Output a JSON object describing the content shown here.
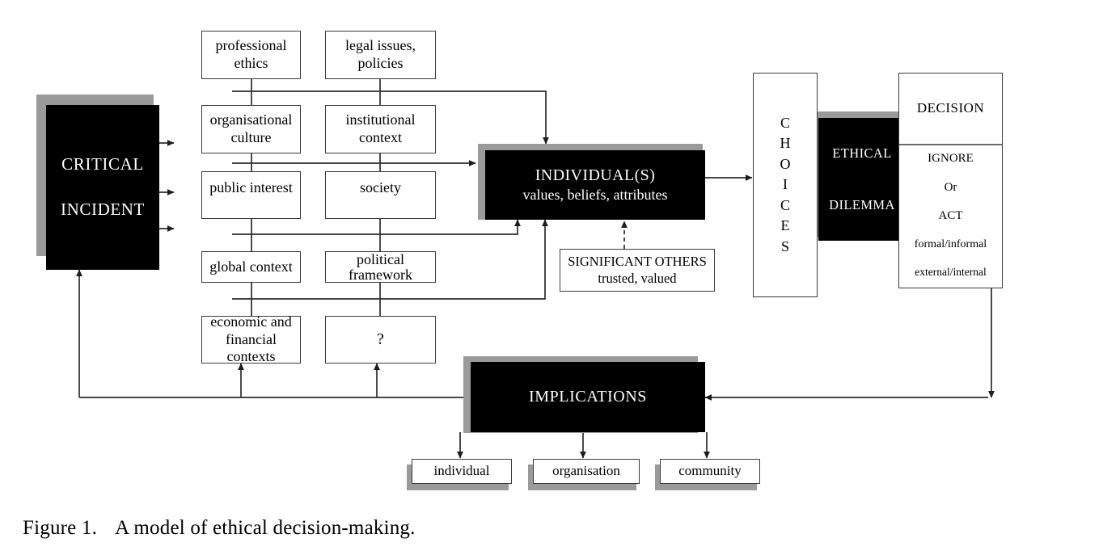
{
  "figure": {
    "caption_label": "Figure 1.",
    "caption_text": "A model of ethical decision-making."
  },
  "colors": {
    "box_fill_white": "#ffffff",
    "box_fill_black": "#000000",
    "box_stroke": "#3a3a3a",
    "shadow": "#9a9a9a",
    "text_on_black": "#ffffff",
    "text_on_white": "#000000",
    "connector": "#2b2b2b"
  },
  "nodes": {
    "critical_incident": {
      "line1": "CRITICAL",
      "line2": "INCIDENT"
    },
    "individuals": {
      "line1": "INDIVIDUAL(S)",
      "line2": "values, beliefs, attributes"
    },
    "choices": {
      "label": "CHOICES",
      "letters": [
        "C",
        "H",
        "O",
        "I",
        "C",
        "E",
        "S"
      ]
    },
    "ethical_dilemma": {
      "line1": "ETHICAL",
      "line2": "DILEMMA"
    },
    "decision": {
      "title": "DECISION",
      "options": [
        "IGNORE",
        "Or",
        "ACT",
        "formal/informal",
        "external/internal"
      ]
    },
    "significant_others": {
      "line1": "SIGNIFICANT OTHERS",
      "line2": "trusted, valued"
    },
    "implications": {
      "label": "IMPLICATIONS"
    }
  },
  "influence_factors": {
    "column_left": [
      "professional ethics",
      "organisational culture",
      "public interest",
      "global context",
      "economic and financial contexts"
    ],
    "column_right": [
      "legal issues, policies",
      "institutional context",
      "society",
      "political framework",
      "?"
    ]
  },
  "outcomes": [
    "individual",
    "organisation",
    "community"
  ],
  "connections": [
    {
      "from": "critical-incident",
      "to": "organisational-culture",
      "style": "solid-arrow"
    },
    {
      "from": "critical-incident",
      "to": "public-interest",
      "style": "solid-arrow"
    },
    {
      "from": "critical-incident",
      "to": "global-context",
      "style": "solid-arrow"
    },
    {
      "from": "influence-factors-row-1",
      "to": "individuals",
      "style": "solid-arrow"
    },
    {
      "from": "influence-factors-row-2",
      "to": "individuals",
      "style": "solid-arrow"
    },
    {
      "from": "influence-factors-row-3",
      "to": "individuals",
      "style": "solid-arrow"
    },
    {
      "from": "influence-factors-row-4",
      "to": "individuals",
      "style": "solid-arrow"
    },
    {
      "from": "significant-others",
      "to": "individuals",
      "style": "dashed-arrow"
    },
    {
      "from": "individuals",
      "to": "choices",
      "style": "solid-arrow"
    },
    {
      "from": "decision",
      "to": "implications",
      "style": "solid-arrow"
    },
    {
      "from": "implications",
      "to": "critical-incident",
      "style": "solid-arrow-feedback"
    },
    {
      "from": "implications",
      "to": "economic-and-financial-contexts",
      "style": "solid-arrow-feedback"
    },
    {
      "from": "implications",
      "to": "question-box",
      "style": "solid-arrow-feedback"
    },
    {
      "from": "implications",
      "to": "individual",
      "style": "solid-arrow"
    },
    {
      "from": "implications",
      "to": "organisation",
      "style": "solid-arrow"
    },
    {
      "from": "implications",
      "to": "community",
      "style": "solid-arrow"
    }
  ]
}
